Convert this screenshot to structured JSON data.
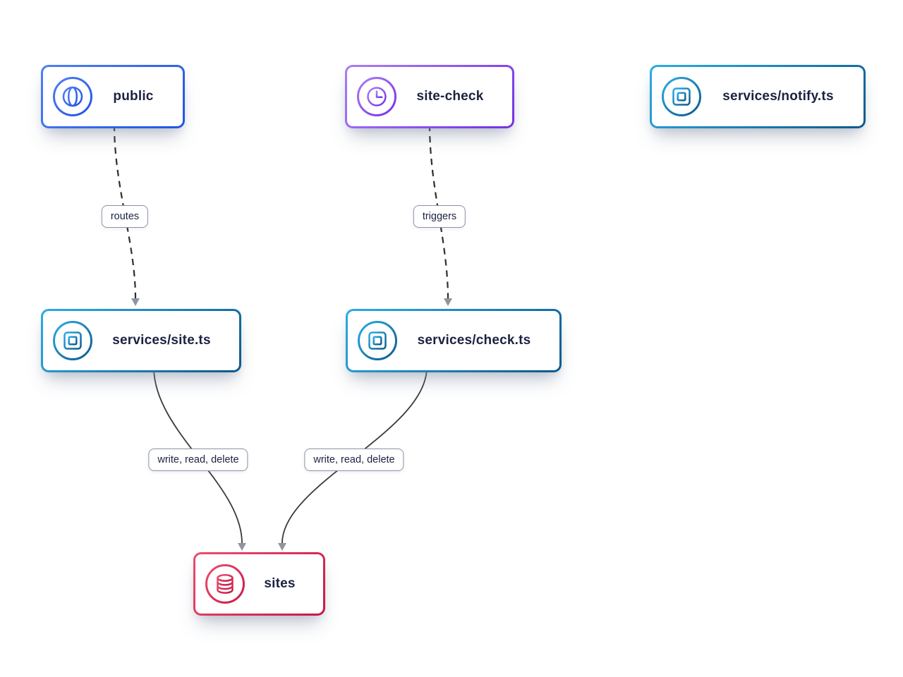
{
  "diagram": {
    "background_color": "#ffffff",
    "text_color": "#1b2240",
    "edge_line_color": "#333333",
    "arrowhead_color": "#8f959e",
    "edge_label_border_color": "#8b93a3",
    "nodes": {
      "public": {
        "label": "public",
        "icon": "globe-icon",
        "color_from": "#4f80f2",
        "color_to": "#2253e6"
      },
      "site_check": {
        "label": "site-check",
        "icon": "clock-icon",
        "color_from": "#a97ef7",
        "color_to": "#7430e6"
      },
      "notify": {
        "label": "services/notify.ts",
        "icon": "chip-icon",
        "color_from": "#2cace5",
        "color_to": "#0e598c"
      },
      "site_ts": {
        "label": "services/site.ts",
        "icon": "chip-icon",
        "color_from": "#2cace5",
        "color_to": "#0e598c"
      },
      "check_ts": {
        "label": "services/check.ts",
        "icon": "chip-icon",
        "color_from": "#2cace5",
        "color_to": "#0e598c"
      },
      "sites": {
        "label": "sites",
        "icon": "database-icon",
        "color_from": "#ec4f6f",
        "color_to": "#c81746"
      }
    },
    "edges": {
      "public_to_site": {
        "from": "public",
        "to": "site_ts",
        "label": "routes",
        "style": "dashed"
      },
      "sitecheck_to_check": {
        "from": "site_check",
        "to": "check_ts",
        "label": "triggers",
        "style": "dashed"
      },
      "site_to_sites": {
        "from": "site_ts",
        "to": "sites",
        "label": "write, read, delete",
        "style": "solid"
      },
      "check_to_sites": {
        "from": "check_ts",
        "to": "sites",
        "label": "write, read, delete",
        "style": "solid"
      }
    }
  }
}
